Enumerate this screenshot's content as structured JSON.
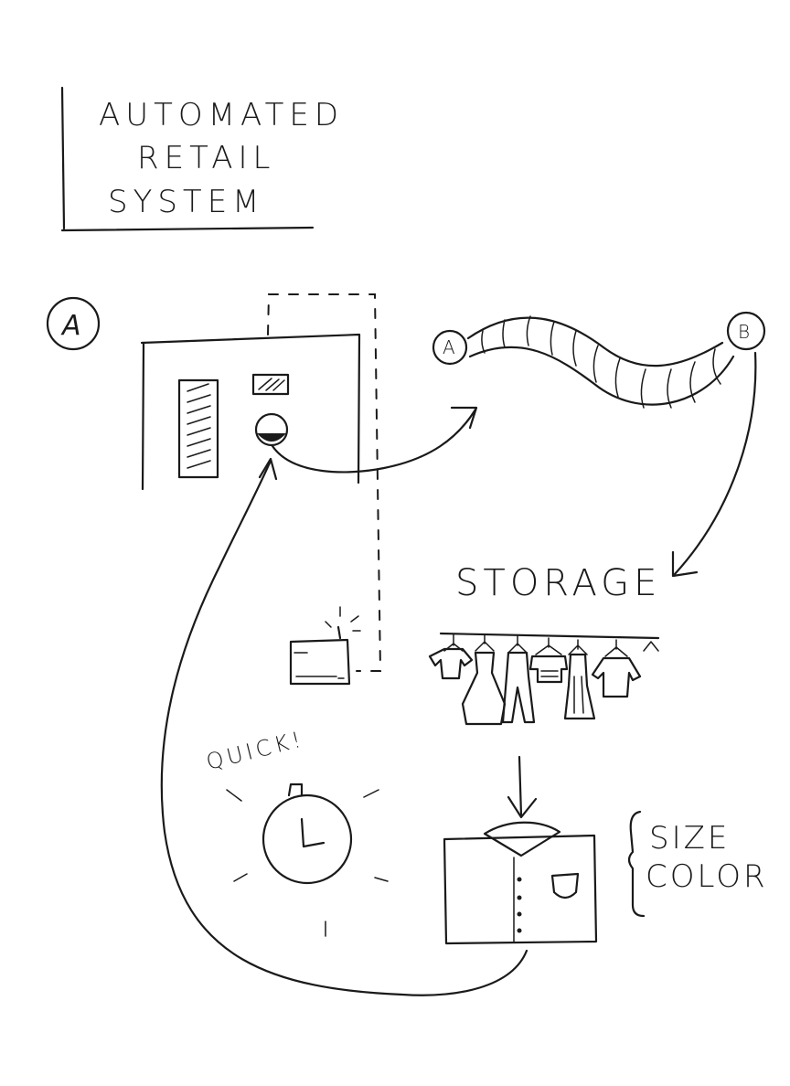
{
  "title": {
    "line1": "AUTOMATED",
    "line2": "RETAIL",
    "line3": "SYSTEM"
  },
  "markers": {
    "panel_marker": "A",
    "tube_start": "A",
    "tube_end": "B"
  },
  "labels": {
    "storage": "STORAGE",
    "quick": "QUICK!",
    "size": "SIZE",
    "color": "COLOR"
  }
}
